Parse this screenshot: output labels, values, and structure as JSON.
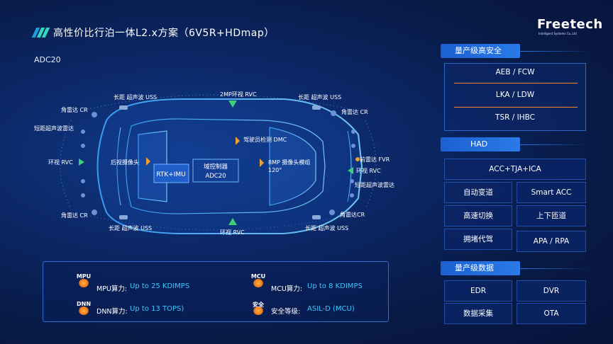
{
  "header": {
    "title": "高性价比行泊一体L2.x方案（6V5R+HDmap）",
    "subtitle": "ADC20"
  },
  "logo": {
    "name": "Freetech",
    "tagline": "Intelligent Systems Co.,Ltd"
  },
  "diagram": {
    "labels": {
      "usss_top_left": "长距 超声波 USS",
      "rvc_top": "2MP环视 RVC",
      "uss_top_right": "长距 超声波 USS",
      "cr_top_left": "角雷达 CR",
      "cr_top_right": "角雷达 CR",
      "short_uss_left": "短距超声波雷达",
      "rvc_left": "环视 RVC",
      "rear_cam": "后视摄像头",
      "rtk": "RTK+IMU",
      "domain_ctrl": "域控制器",
      "domain_ctrl_model": "ADC20",
      "dmc": "驾驶员检测 DMC",
      "fvr_module": "8MP 摄像头模组",
      "fvr_angle": "120°",
      "fvr": "前雷达 FVR",
      "rvc_right": "环视 RVC",
      "short_uss_right": "短距超声波雷达",
      "cr_bottom_left": "角雷达 CR",
      "cr_bottom_right": "角雷达CR",
      "uss_bottom_left": "长距 超声波 USS",
      "rvc_bottom": "环视 RVC",
      "uss_bottom_right": "长距 超声波 USS"
    }
  },
  "metrics": [
    {
      "icon": "MPU",
      "label": "MPU算力:",
      "value": "Up to 25 KDIMPS"
    },
    {
      "icon": "MCU",
      "label": "MCU算力:",
      "value": "Up to 8 KDIMPS"
    },
    {
      "icon": "DNN",
      "label": "DNN算力:",
      "value": "Up to 13 TOPS)"
    },
    {
      "icon": "安全",
      "label": "安全等级:",
      "value": "ASIL-D (MCU)"
    }
  ],
  "panel": {
    "safety": {
      "title": "量产级高安全",
      "items": [
        "AEB / FCW",
        "LKA / LDW",
        "TSR / IHBC"
      ]
    },
    "had": {
      "title": "HAD",
      "wide": "ACC+TJA+ICA",
      "grid": [
        "自动变道",
        "Smart ACC",
        "高速切换",
        "上下匝道",
        "拥堵代驾",
        "APA / RPA"
      ]
    },
    "data": {
      "title": "量产级数据",
      "grid": [
        "EDR",
        "DVR",
        "数据采集",
        "OTA"
      ]
    }
  },
  "colors": {
    "accent": "#3fc8ff",
    "orange": "#f08a28",
    "green": "#3ad17a",
    "panel": "#1c5fd0"
  }
}
